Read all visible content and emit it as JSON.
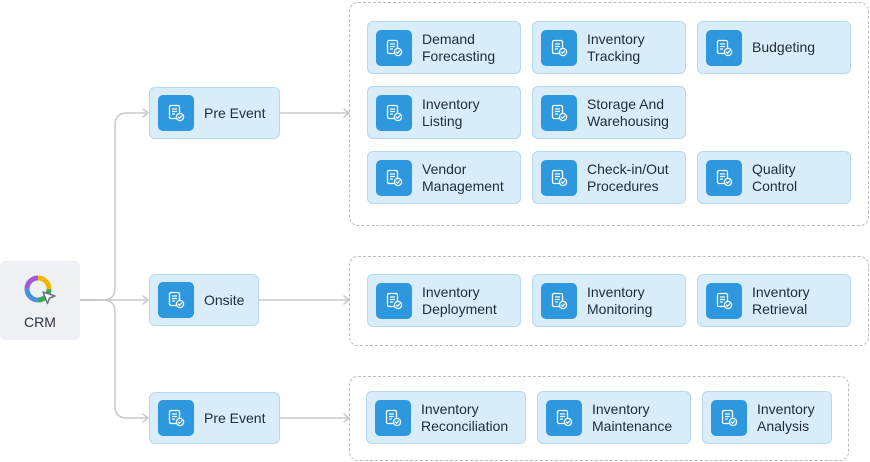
{
  "root": {
    "label": "CRM",
    "icon": "crm-logo-icon"
  },
  "colors": {
    "card_bg": "#d9ecf9",
    "icon_bg": "#2e98de",
    "connector": "#c6c9ce",
    "group_border": "#b9bcc2"
  },
  "branches": [
    {
      "label": "Pre Event",
      "items": [
        {
          "label": "Demand\nForecasting"
        },
        {
          "label": "Inventory\nTracking"
        },
        {
          "label": "Budgeting"
        },
        {
          "label": "Inventory\nListing"
        },
        {
          "label": "Storage And\nWarehousing"
        },
        {
          "label": "Vendor\nManagement"
        },
        {
          "label": "Check-in/Out\nProcedures"
        },
        {
          "label": "Quality\nControl"
        }
      ]
    },
    {
      "label": "Onsite",
      "items": [
        {
          "label": "Inventory\nDeployment"
        },
        {
          "label": "Inventory\nMonitoring"
        },
        {
          "label": "Inventory\nRetrieval"
        }
      ]
    },
    {
      "label": "Pre Event",
      "items": [
        {
          "label": "Inventory\nReconciliation"
        },
        {
          "label": "Inventory\nMaintenance"
        },
        {
          "label": "Inventory\nAnalysis"
        }
      ]
    }
  ]
}
